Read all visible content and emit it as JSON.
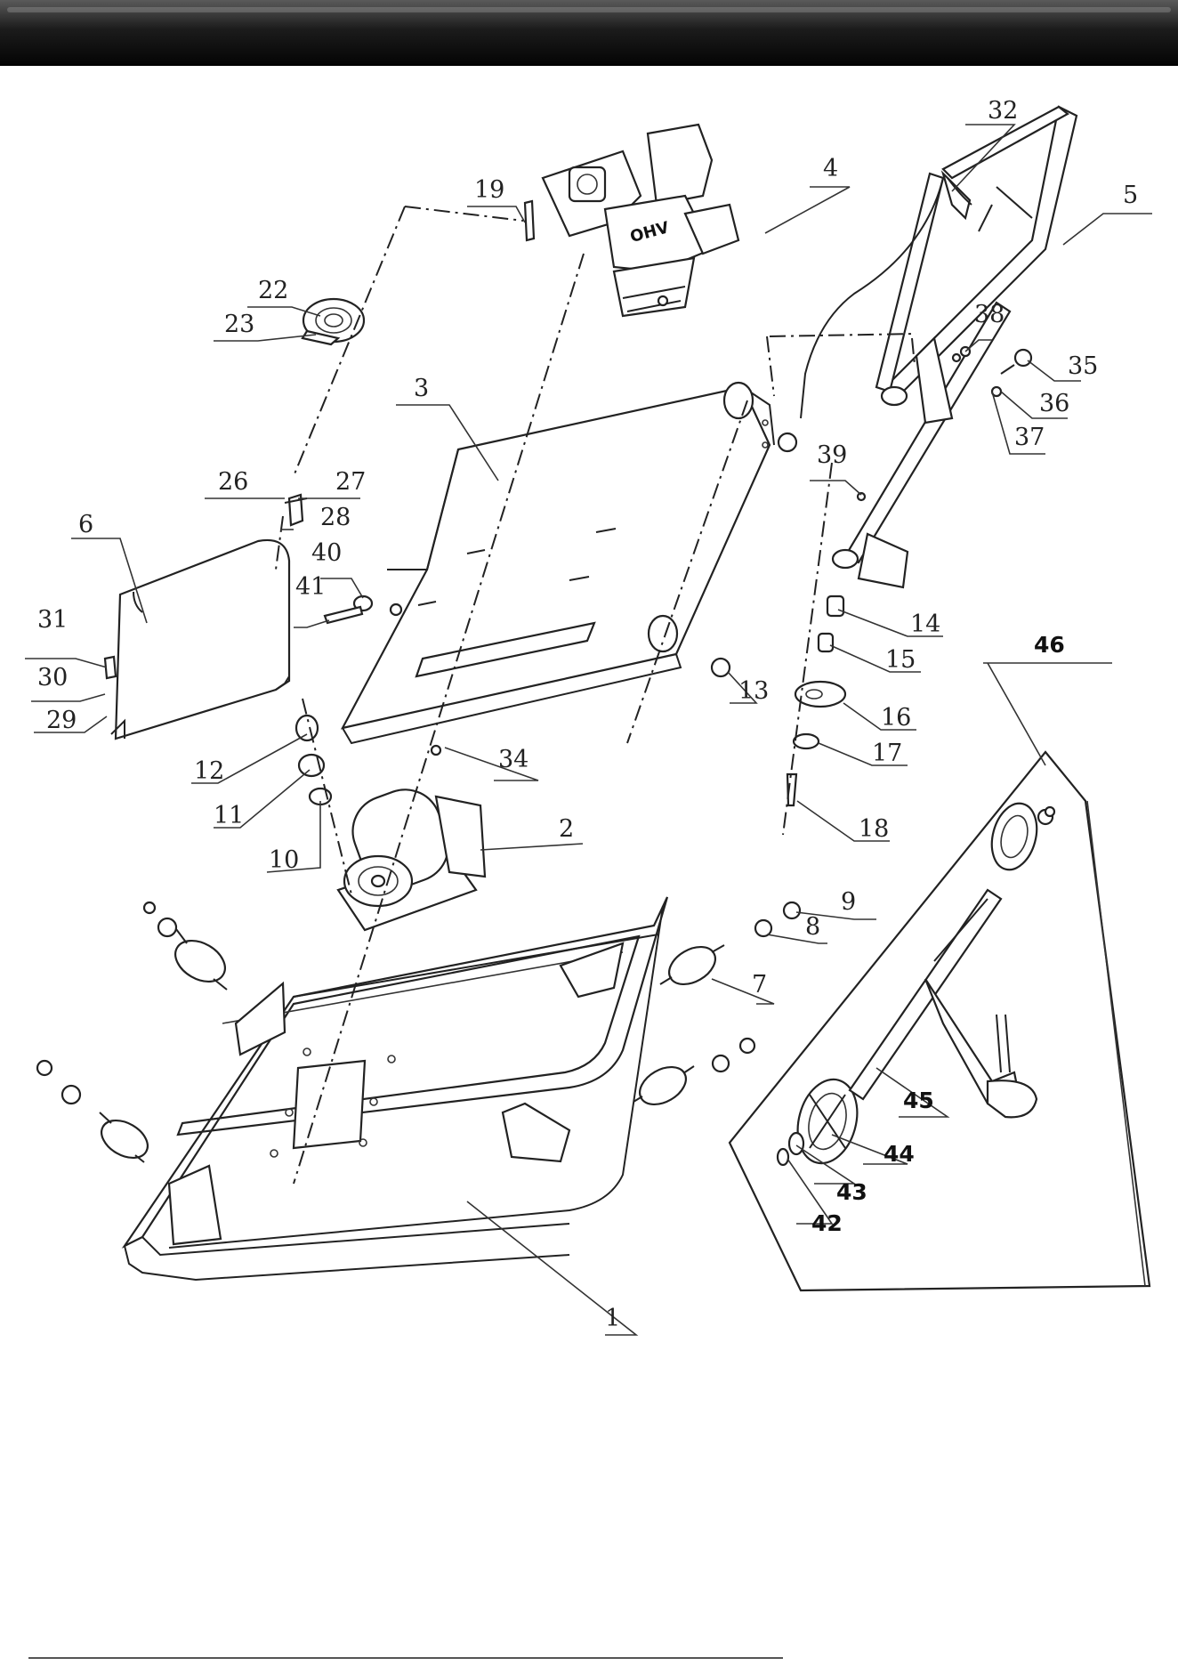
{
  "header": {
    "background": "#111111"
  },
  "callouts": {
    "c1": "1",
    "c2": "2",
    "c3": "3",
    "c4": "4",
    "c5": "5",
    "c6": "6",
    "c7": "7",
    "c8": "8",
    "c9": "9",
    "c10": "10",
    "c11": "11",
    "c12": "12",
    "c13": "13",
    "c14": "14",
    "c15": "15",
    "c16": "16",
    "c17": "17",
    "c18": "18",
    "c19": "19",
    "c22": "22",
    "c23": "23",
    "c26": "26",
    "c27": "27",
    "c28": "28",
    "c29": "29",
    "c30": "30",
    "c31": "31",
    "c32": "32",
    "c34": "34",
    "c35": "35",
    "c36": "36",
    "c37": "37",
    "c38": "38",
    "c39": "39",
    "c40": "40",
    "c41": "41",
    "c42": "42",
    "c43": "43",
    "c44": "44",
    "c45": "45",
    "c46": "46"
  },
  "engine": {
    "badge": "OHV"
  }
}
